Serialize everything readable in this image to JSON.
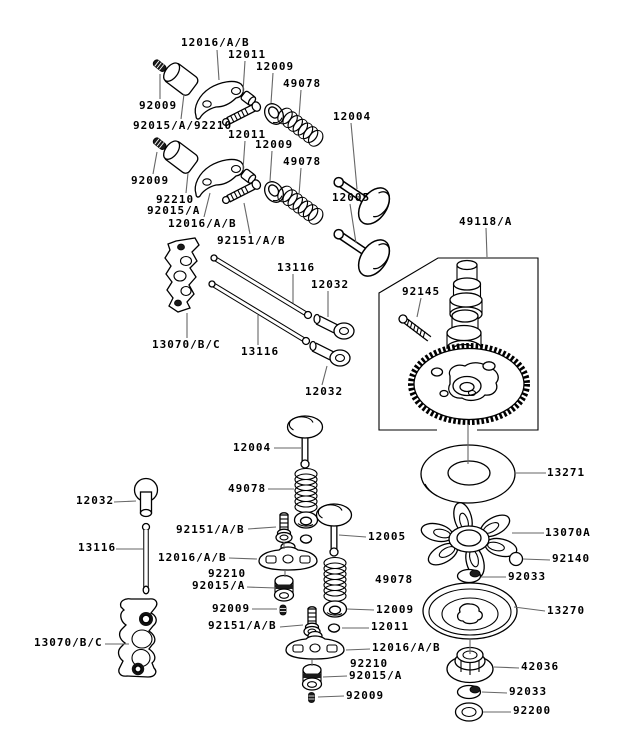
{
  "colors": {
    "background": "#ffffff",
    "line": "#000000",
    "leader": "#666666",
    "label_text": "#000000"
  },
  "labels": [
    {
      "text": "12016/A/B"
    },
    {
      "text": "12011"
    },
    {
      "text": "12009"
    },
    {
      "text": "49078"
    },
    {
      "text": "12004"
    },
    {
      "text": "92009"
    },
    {
      "text": "92015/A/92210"
    },
    {
      "text": "12011"
    },
    {
      "text": "12009"
    },
    {
      "text": "49078"
    },
    {
      "text": "12005"
    },
    {
      "text": "92009"
    },
    {
      "text": "92210"
    },
    {
      "text": "92015/A"
    },
    {
      "text": "12016/A/B"
    },
    {
      "text": "92151/A/B"
    },
    {
      "text": "13116"
    },
    {
      "text": "12032"
    },
    {
      "text": "13070/B/C"
    },
    {
      "text": "13116"
    },
    {
      "text": "12032"
    },
    {
      "text": "49118/A"
    },
    {
      "text": "92145"
    },
    {
      "text": "13271"
    },
    {
      "text": "13070A"
    },
    {
      "text": "92140"
    },
    {
      "text": "92033"
    },
    {
      "text": "13270"
    },
    {
      "text": "42036"
    },
    {
      "text": "92033"
    },
    {
      "text": "92200"
    },
    {
      "text": "12032"
    },
    {
      "text": "13116"
    },
    {
      "text": "12004"
    },
    {
      "text": "49078"
    },
    {
      "text": "92151/A/B"
    },
    {
      "text": "12005"
    },
    {
      "text": "12016/A/B"
    },
    {
      "text": "92210"
    },
    {
      "text": "92015/A"
    },
    {
      "text": "49078"
    },
    {
      "text": "92009"
    },
    {
      "text": "12009"
    },
    {
      "text": "92151/A/B"
    },
    {
      "text": "12011"
    },
    {
      "text": "12016/A/B"
    },
    {
      "text": "92210"
    },
    {
      "text": "92015/A"
    },
    {
      "text": "92009"
    },
    {
      "text": "13070/B/C"
    }
  ]
}
